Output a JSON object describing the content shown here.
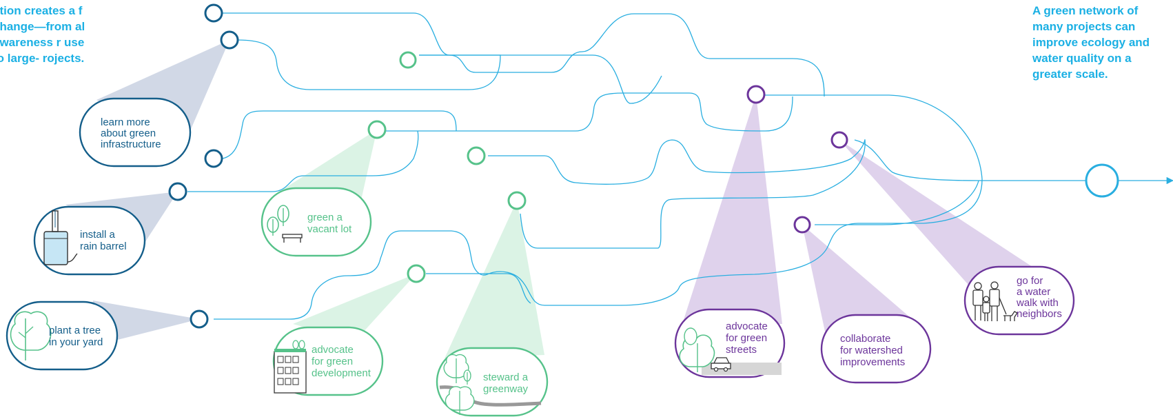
{
  "intro": {
    "text": "ction creates a f change—from al awareness r use to large- rojects."
  },
  "outro": {
    "text": "A green network of many projects can improve ecology and water quality on a greater scale."
  },
  "colors": {
    "line": "#29aee0",
    "heading": "#1bb0e4",
    "dark_blue": "#145e8a",
    "blue_fill": "#c9d1e2",
    "green": "#56c28a",
    "green_fill": "#d7f2e2",
    "purple": "#6c359b",
    "purple_fill": "#dbcdea",
    "barrel_fill": "#c6e6f5",
    "icon": "#333333"
  },
  "actions": [
    {
      "id": "learn-more",
      "lines": [
        "learn more",
        "about green",
        "infrastructure"
      ],
      "theme": "blue",
      "icon": "none"
    },
    {
      "id": "rain-barrel",
      "lines": [
        "install a",
        "rain barrel"
      ],
      "theme": "blue",
      "icon": "rain-barrel-icon"
    },
    {
      "id": "plant-tree",
      "lines": [
        "plant a tree",
        "in your yard"
      ],
      "theme": "blue",
      "icon": "tree-icon"
    },
    {
      "id": "vacant-lot",
      "lines": [
        "green a",
        "vacant lot"
      ],
      "theme": "green",
      "icon": "trees-bench-icon"
    },
    {
      "id": "green-development",
      "lines": [
        "advocate",
        "for green",
        "development"
      ],
      "theme": "green",
      "icon": "building-icon"
    },
    {
      "id": "greenway",
      "lines": [
        "steward a",
        "greenway"
      ],
      "theme": "green",
      "icon": "greenway-icon"
    },
    {
      "id": "green-streets",
      "lines": [
        "advocate",
        "for green",
        "streets"
      ],
      "theme": "purple",
      "icon": "street-car-icon"
    },
    {
      "id": "watershed",
      "lines": [
        "collaborate",
        "for watershed",
        "improvements"
      ],
      "theme": "purple",
      "icon": "none"
    },
    {
      "id": "water-walk",
      "lines": [
        "go for",
        "a water",
        "walk with",
        "neighbors"
      ],
      "theme": "purple",
      "icon": "walkers-icon"
    }
  ]
}
